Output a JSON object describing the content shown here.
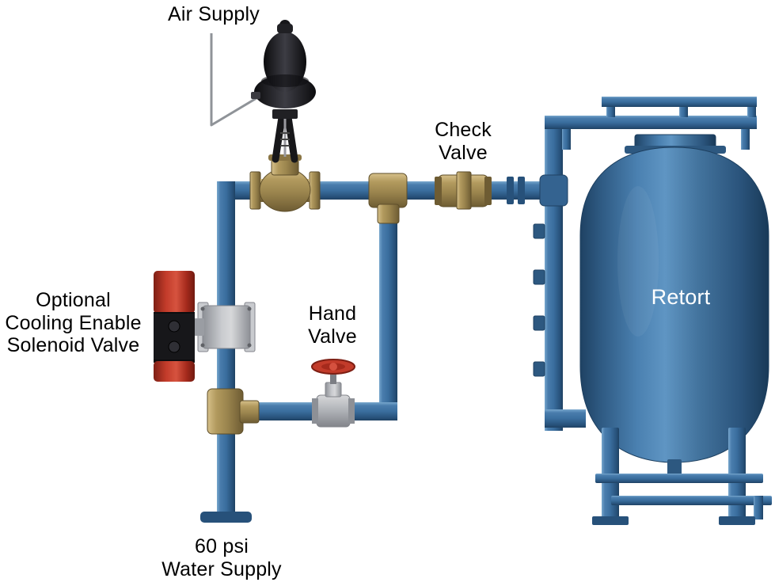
{
  "labels": {
    "air_supply": "Air Supply",
    "check_valve": "Check\nValve",
    "retort": "Retort",
    "solenoid_valve": "Optional\nCooling Enable\nSolenoid Valve",
    "hand_valve": "Hand\nValve",
    "water_supply": "60 psi\nWater Supply"
  },
  "colors": {
    "pipe_blue": "#3a6e9e",
    "pipe_blue_dark": "#27517a",
    "pipe_blue_light": "#78a7cd",
    "tank_blue": "#3a6f9f",
    "brass": "#9b854e",
    "valve_red": "#c23b2a",
    "actuator_black": "#1b1b1e",
    "silver": "#b9bcc2",
    "background": "#ffffff",
    "label_text": "#000000",
    "retort_text": "#ffffff"
  }
}
